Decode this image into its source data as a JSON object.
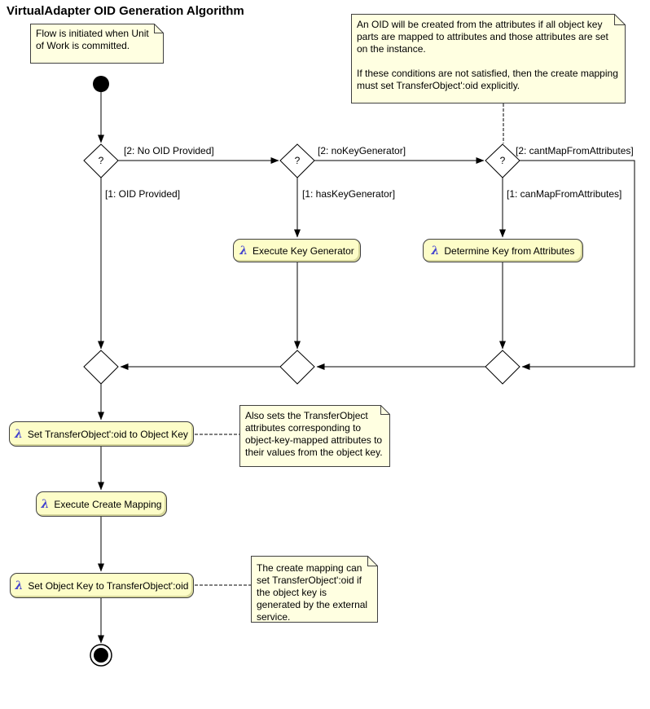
{
  "title": "VirtualAdapter OID Generation Algorithm",
  "colors": {
    "note_fill": "#FFFFE1",
    "action_fill": "#FDFDC8",
    "action_border": "#3F3F3F",
    "lambda": "#4343CE",
    "line": "#000000"
  },
  "notes": {
    "flow_initiated": "Flow is initiated when Unit of Work is committed.",
    "oid_created": "An OID will be created from the attributes if all object key parts are mapped to attributes and those attributes are set on the instance.\n\nIf these conditions are not satisfied, then the create mapping must set TransferObject':oid explicitly.",
    "also_sets": "Also sets the TransferObject attributes corresponding to object-key-mapped attributes to their values from the object key.",
    "create_mapping_can": "The create mapping can set TransferObject':oid if the object key is generated by the external service."
  },
  "decisions": {
    "oid_provided": "?",
    "key_generator": "?",
    "map_from_attributes": "?"
  },
  "edge_labels": {
    "no_oid_provided": "[2: No OID Provided]",
    "oid_provided": "[1: OID Provided]",
    "no_key_generator": "[2: noKeyGenerator]",
    "has_key_generator": "[1: hasKeyGenerator]",
    "cant_map_from_attributes": "[2: cantMapFromAttributes]",
    "can_map_from_attributes": "[1: canMapFromAttributes]"
  },
  "actions": {
    "execute_key_generator": {
      "icon": "λ",
      "label": "Execute Key Generator"
    },
    "determine_key_from_attributes": {
      "icon": "λ",
      "label": "Determine Key from Attributes"
    },
    "set_oid_to_object_key": {
      "icon": "λ",
      "label": "Set TransferObject':oid to Object Key"
    },
    "execute_create_mapping": {
      "icon": "λ",
      "label": "Execute Create Mapping"
    },
    "set_object_key_to_oid": {
      "icon": "λ",
      "label": "Set Object Key to TransferObject':oid"
    }
  }
}
